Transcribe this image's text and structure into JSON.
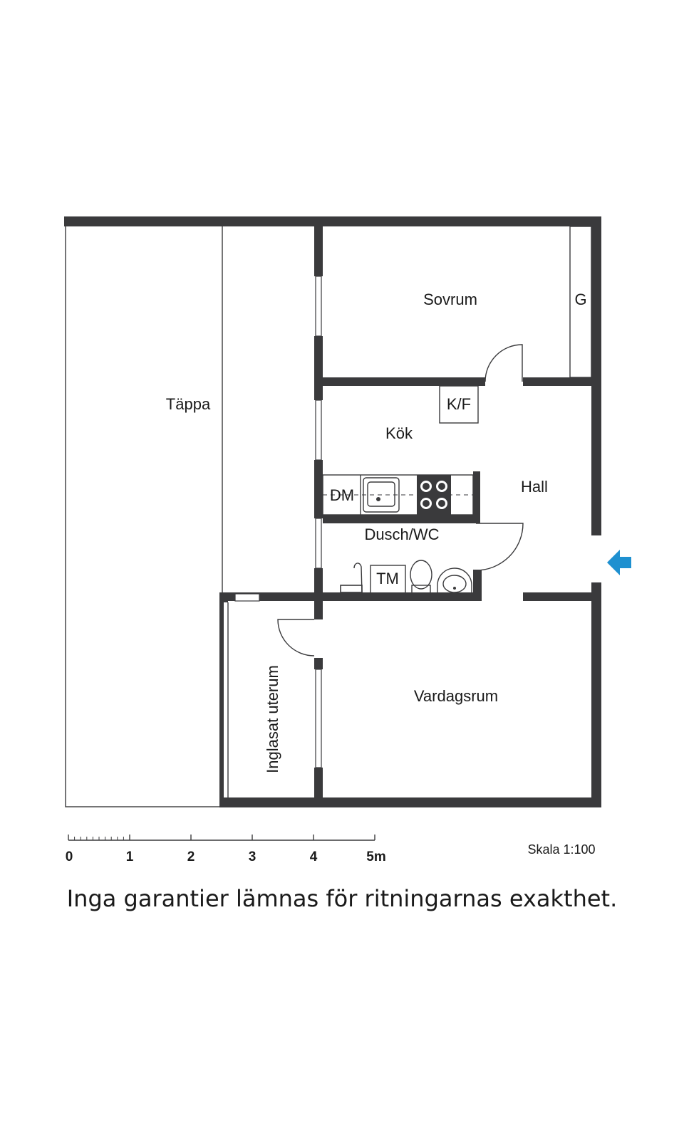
{
  "rooms": {
    "tappa": "Täppa",
    "sovrum": "Sovrum",
    "garderob": "G",
    "kyl_frys": "K/F",
    "kok": "Kök",
    "hall": "Hall",
    "diskmaskin": "DM",
    "dusch_wc": "Dusch/WC",
    "tvattmaskin": "TM",
    "inglasat_uterum": "Inglasat uterum",
    "vardagsrum": "Vardagsrum"
  },
  "scale_bar": {
    "ticks": [
      "0",
      "1",
      "2",
      "3",
      "4",
      "5m"
    ],
    "scale_text": "Skala 1:100"
  },
  "disclaimer": "Inga garantier lämnas för ritningarnas exakthet.",
  "colors": {
    "wall": "#3a3a3c",
    "entrance_arrow": "#1e90d0"
  },
  "icons": [
    "entrance-arrow-icon",
    "sink-icon",
    "stove-icon",
    "toilet-icon",
    "washbasin-icon",
    "shower-icon"
  ]
}
